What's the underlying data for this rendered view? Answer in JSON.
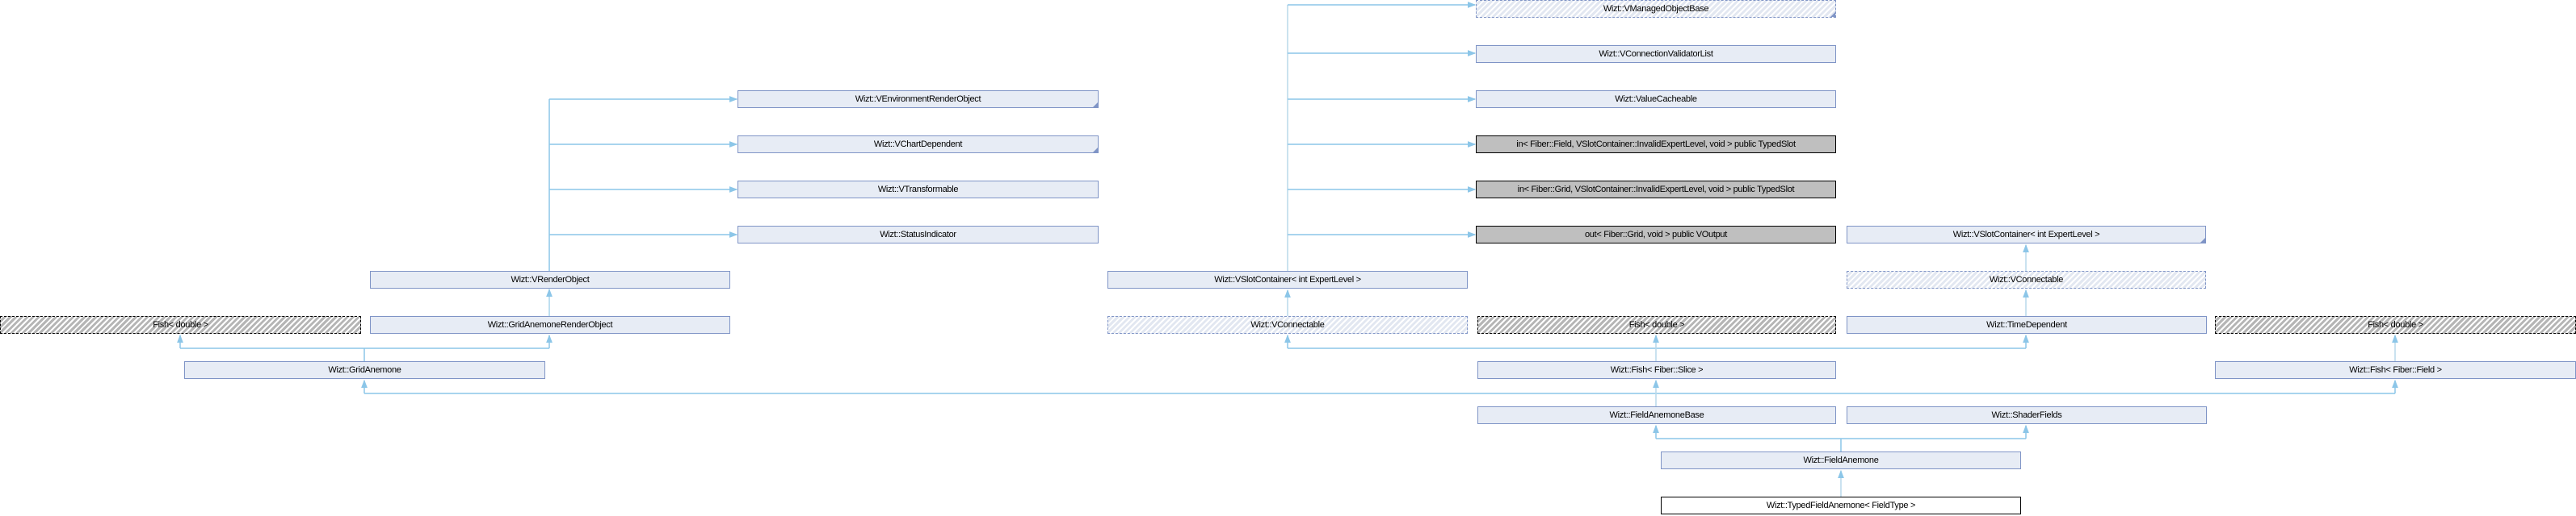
{
  "diagram": {
    "nodes": {
      "vmanaged_object_base": "Wizt::VManagedObjectBase",
      "vconnection_validator_list": "Wizt::VConnectionValidatorList",
      "value_cacheable": "Wizt::ValueCacheable",
      "in_field_slot": "in< Fiber::Field, VSlotContainer::InvalidExpertLevel, void > public TypedSlot",
      "in_grid_slot": "in< Fiber::Grid, VSlotContainer::InvalidExpertLevel, void > public TypedSlot",
      "out_grid_output": "out< Fiber::Grid, void > public VOutput",
      "venvironment_render_object": "Wizt::VEnvironmentRenderObject",
      "vchart_dependent": "Wizt::VChartDependent",
      "vtransformable": "Wizt::VTransformable",
      "status_indicator": "Wizt::StatusIndicator",
      "vslot_container_right": "Wizt::VSlotContainer< int ExpertLevel >",
      "vrender_object": "Wizt::VRenderObject",
      "vslot_container_mid": "Wizt::VSlotContainer< int ExpertLevel >",
      "vconnectable_right": "Wizt::VConnectable",
      "fish_double_left": "Fish< double >",
      "grid_anemone_render_object": "Wizt::GridAnemoneRenderObject",
      "vconnectable_mid": "Wizt::VConnectable",
      "fish_double_mid": "Fish< double >",
      "time_dependent": "Wizt::TimeDependent",
      "fish_double_right": "Fish< double >",
      "grid_anemone": "Wizt::GridAnemone",
      "fish_slice": "Wizt::Fish< Fiber::Slice >",
      "fish_field": "Wizt::Fish< Fiber::Field >",
      "field_anemone_base": "Wizt::FieldAnemoneBase",
      "shader_fields": "Wizt::ShaderFields",
      "field_anemone": "Wizt::FieldAnemone",
      "typed_field_anemone": "Wizt::TypedFieldAnemone< FieldType >"
    },
    "colors": {
      "edge": "#8cc6e8",
      "node_fill": "#e7ecf5",
      "node_border": "#7f94c6",
      "external_fill": "#bfbfbf"
    }
  }
}
